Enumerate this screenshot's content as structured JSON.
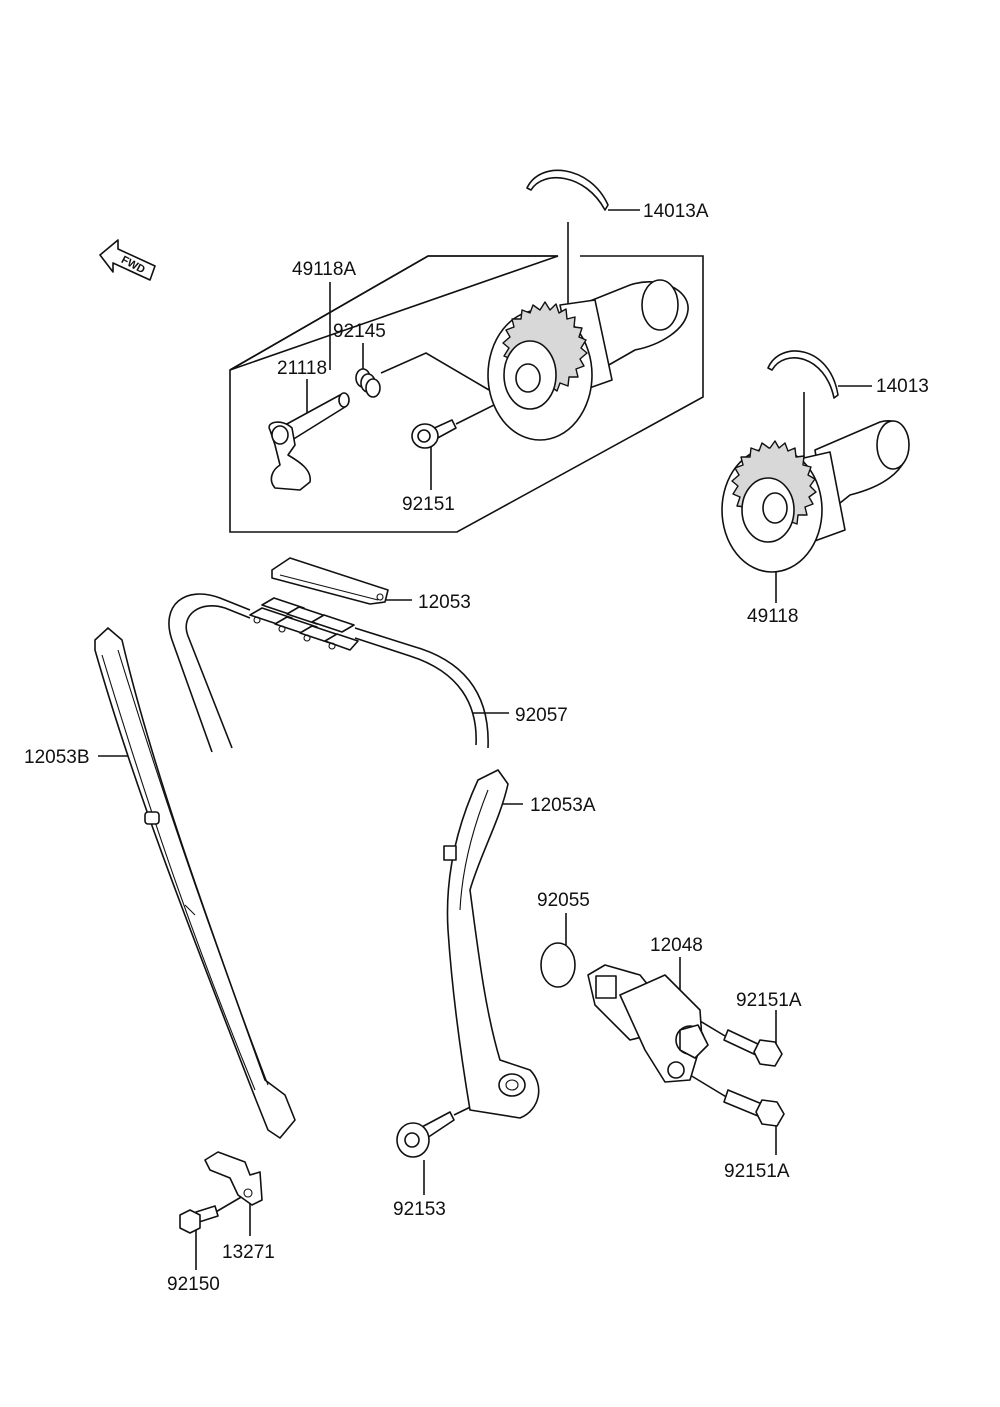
{
  "diagram": {
    "fwd_indicator": "FWD",
    "labels": {
      "p14013A": "14013A",
      "p49118A": "49118A",
      "p92145": "92145",
      "p21118": "21118",
      "p92151": "92151",
      "p14013": "14013",
      "p49118": "49118",
      "p12053": "12053",
      "p92057": "92057",
      "p12053B": "12053B",
      "p12053A": "12053A",
      "p92055": "92055",
      "p12048": "12048",
      "p92151A_top": "92151A",
      "p92151A_bottom": "92151A",
      "p92153": "92153",
      "p13271": "13271",
      "p92150": "92150"
    }
  }
}
